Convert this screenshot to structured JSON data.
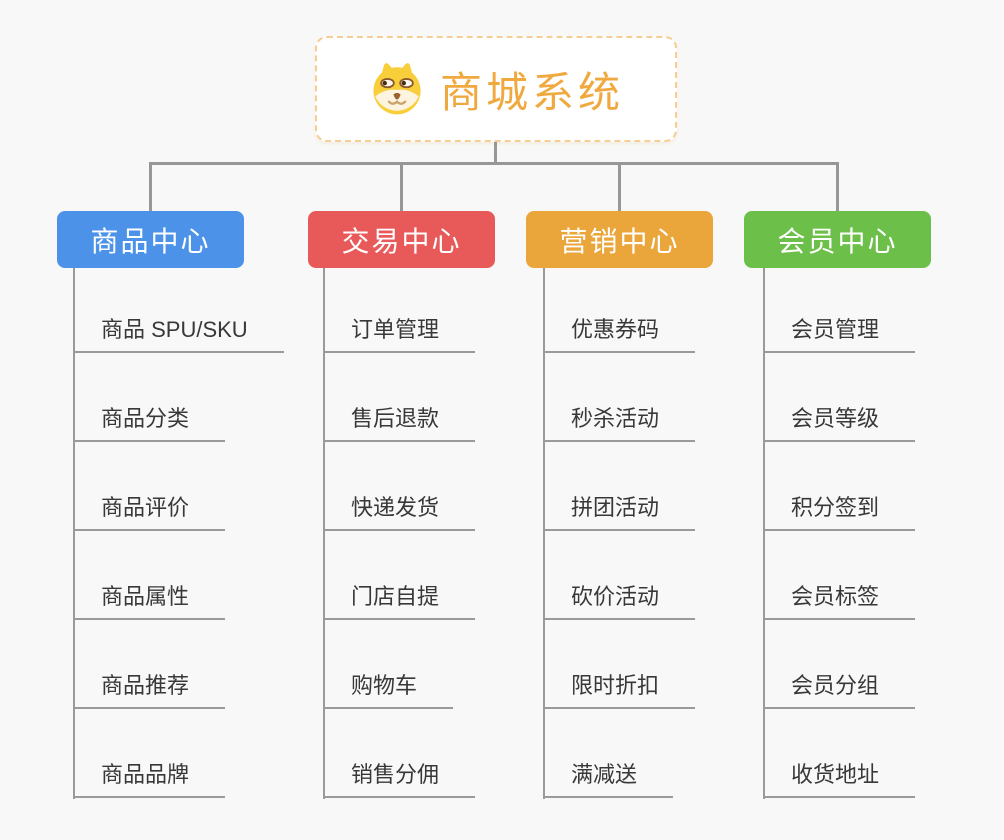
{
  "app": {
    "background_color": "#f8f8f8",
    "connector_color": "#979797"
  },
  "root": {
    "title": "商城系统",
    "icon": "shiba-dog-face-icon",
    "title_color": "#efa93f",
    "border_color": "#f6cd92"
  },
  "branches": [
    {
      "label": "商品中心",
      "color": "#4b92e8",
      "children": [
        "商品 SPU/SKU",
        "商品分类",
        "商品评价",
        "商品属性",
        "商品推荐",
        "商品品牌"
      ]
    },
    {
      "label": "交易中心",
      "color": "#e85a5a",
      "children": [
        "订单管理",
        "售后退款",
        "快递发货",
        "门店自提",
        "购物车",
        "销售分佣"
      ]
    },
    {
      "label": "营销中心",
      "color": "#eba63b",
      "children": [
        "优惠券码",
        "秒杀活动",
        "拼团活动",
        "砍价活动",
        "限时折扣",
        "满减送"
      ]
    },
    {
      "label": "会员中心",
      "color": "#6cc04a",
      "children": [
        "会员管理",
        "会员等级",
        "积分签到",
        "会员标签",
        "会员分组",
        "收货地址"
      ]
    }
  ]
}
